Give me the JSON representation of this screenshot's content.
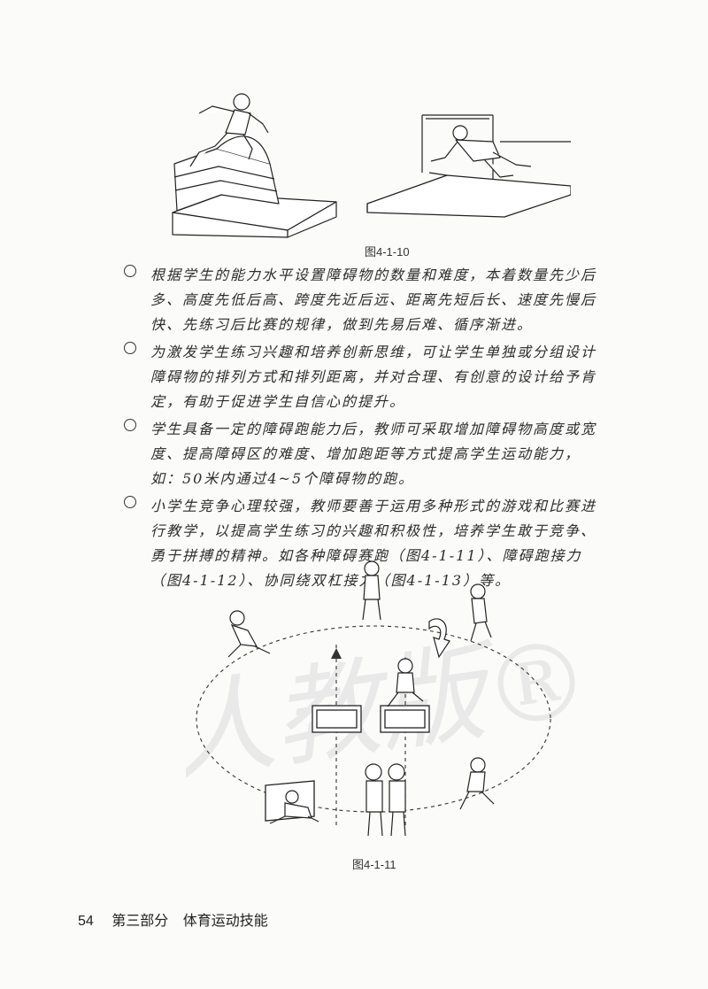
{
  "figures": {
    "fig_top": {
      "caption": "图4-1-10"
    },
    "fig_bottom": {
      "caption": "图4-1-11",
      "watermark": "人教版®"
    }
  },
  "paragraphs": [
    {
      "text": "根据学生的能力水平设置障碍物的数量和难度，本着数量先少后多、高度先低后高、跨度先近后远、距离先短后长、速度先慢后快、先练习后比赛的规律，做到先易后难、循序渐进。"
    },
    {
      "text": "为激发学生练习兴趣和培养创新思维，可让学生单独或分组设计障碍物的排列方式和排列距离，并对合理、有创意的设计给予肯定，有助于促进学生自信心的提升。"
    },
    {
      "text": "学生具备一定的障碍跑能力后，教师可采取增加障碍物高度或宽度、提高障碍区的难度、增加跑距等方式提高学生运动能力，如：50米内通过4~5个障碍物的跑。"
    },
    {
      "text": "小学生竞争心理较强，教师要善于运用多种形式的游戏和比赛进行教学，以提高学生练习的兴趣和积极性，培养学生敢于竞争、勇于拼搏的精神。如各种障碍赛跑（图4-1-11）、障碍跑接力（图4-1-12）、协同绕双杠接力（图4-1-13）等。"
    }
  ],
  "footer": {
    "page_number": "54",
    "section": "第三部分",
    "title": "体育运动技能"
  }
}
